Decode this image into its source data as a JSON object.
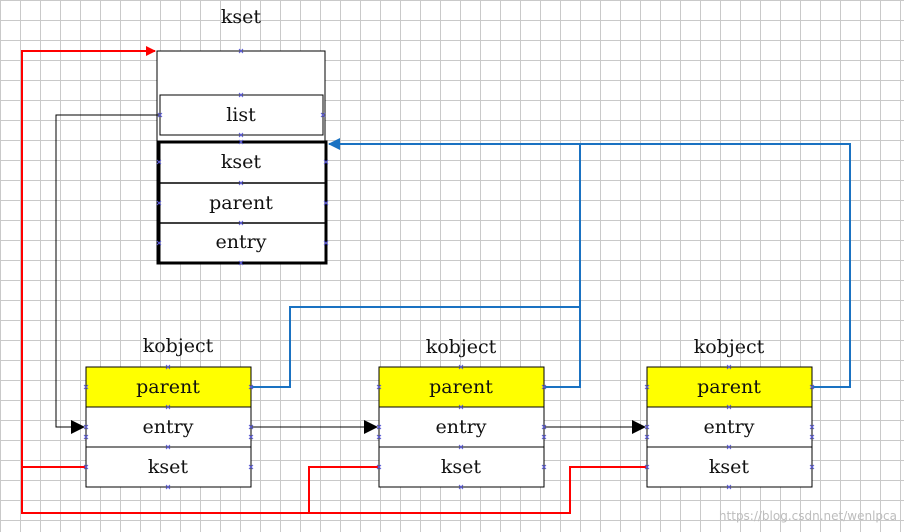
{
  "colors": {
    "parent_fill": "#ffff00",
    "red_link": "#ff0000",
    "blue_link": "#1a72c2",
    "black_link": "#000000",
    "grid": "#c9c9c9"
  },
  "kset": {
    "title": "kset",
    "fields": [
      "list",
      "kset",
      "parent",
      "entry"
    ]
  },
  "kobjects": [
    {
      "title": "kobject",
      "fields": [
        "parent",
        "entry",
        "kset"
      ]
    },
    {
      "title": "kobject",
      "fields": [
        "parent",
        "entry",
        "kset"
      ]
    },
    {
      "title": "kobject",
      "fields": [
        "parent",
        "entry",
        "kset"
      ]
    }
  ],
  "watermark": "https://blog.csdn.net/wenlpca"
}
